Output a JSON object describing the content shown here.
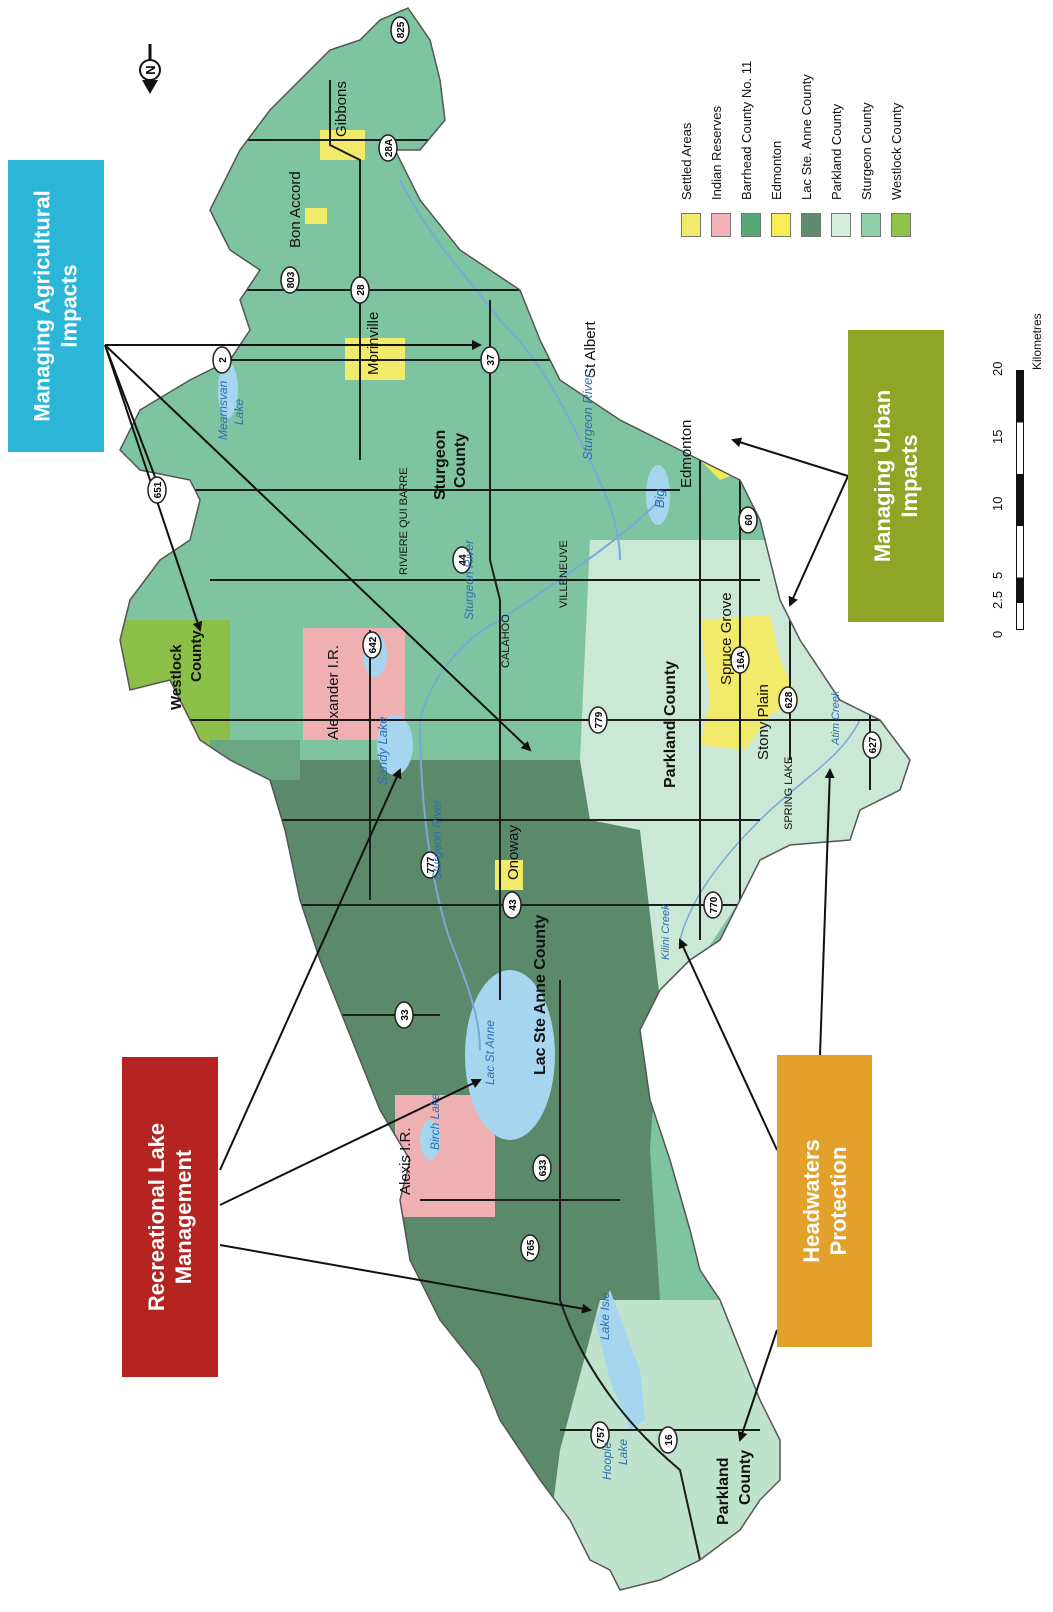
{
  "callouts": {
    "agricultural": {
      "line1": "Managing Agricultural",
      "line2": "Impacts",
      "color": "#2bb6d8"
    },
    "urban": {
      "line1": "Managing Urban",
      "line2": "Impacts",
      "color": "#8ea526"
    },
    "recreational": {
      "line1": "Recreational Lake",
      "line2": "Management",
      "color": "#b52420"
    },
    "headwaters": {
      "line1": "Headwaters",
      "line2": "Protection",
      "color": "#e3a12b"
    }
  },
  "legend": {
    "items": [
      {
        "label": "Settled Areas",
        "color": "#f2ea6a"
      },
      {
        "label": "Indian Reserves",
        "color": "#f3b2b5"
      },
      {
        "label": "Barrhead County No. 11",
        "color": "#58a877"
      },
      {
        "label": "Edmonton",
        "color": "#f5ee55"
      },
      {
        "label": "Lac Ste. Anne County",
        "color": "#5e8c6d"
      },
      {
        "label": "Parkland County",
        "color": "#d6eedd"
      },
      {
        "label": "Sturgeon County",
        "color": "#8ed0aa"
      },
      {
        "label": "Westlock County",
        "color": "#8fc24a"
      }
    ]
  },
  "scale": {
    "ticks": [
      "0",
      "2.5",
      "5",
      "10",
      "15",
      "20"
    ],
    "unit": "Kilometres"
  },
  "map": {
    "places": {
      "gibbons": "Gibbons",
      "bon_accord": "Bon Accord",
      "morinville": "Morinville",
      "st_albert": "St Albert",
      "edmonton": "Edmonton",
      "riviere": "RIVIERE QUI BARRE",
      "sturgeon_county": "Sturgeon",
      "sturgeon_county2": "County",
      "westlock": "Westlock",
      "westlock2": "County",
      "alexander": "Alexander I.R.",
      "calahoo": "CALAHOO",
      "villeneuve": "VILLENEUVE",
      "spruce_grove": "Spruce Grove",
      "stony_plain": "Stony Plain",
      "spring_lake": "SPRING LAKE",
      "parkland_county": "Parkland County",
      "onoway": "Onoway",
      "lac_ste_anne_county": "Lac Ste Anne County",
      "alexis": "Alexis I.R.",
      "parkland_sw": "Parkland",
      "parkland_sw2": "County"
    },
    "water": {
      "mearns": "Mearnsvan",
      "mearns2": "Lake",
      "sandy": "Sandy Lake",
      "big": "Big",
      "sturgeon_river": "Sturgeon River",
      "sturgeon_river2": "Sturgeon River",
      "sturgeon_river3": "Sturgeon River",
      "lac_st_anne": "Lac St Anne",
      "birch": "Birch Lake",
      "lake_isle": "Lake Isle",
      "hoople": "Hoople",
      "hoople2": "Lake",
      "atim": "Atim Creek",
      "kilini": "Kilini Creek"
    },
    "highways": {
      "h825": "825",
      "h28a": "28A",
      "h803": "803",
      "h28": "28",
      "h2": "2",
      "h37": "37",
      "h651": "651",
      "h44": "44",
      "h60": "60",
      "h642": "642",
      "h16a": "16A",
      "h628": "628",
      "h779": "779",
      "h627": "627",
      "h777": "777",
      "h43": "43",
      "h770": "770",
      "h33": "33",
      "h633": "633",
      "h765": "765",
      "h757": "757",
      "h16": "16"
    },
    "north": "N"
  }
}
